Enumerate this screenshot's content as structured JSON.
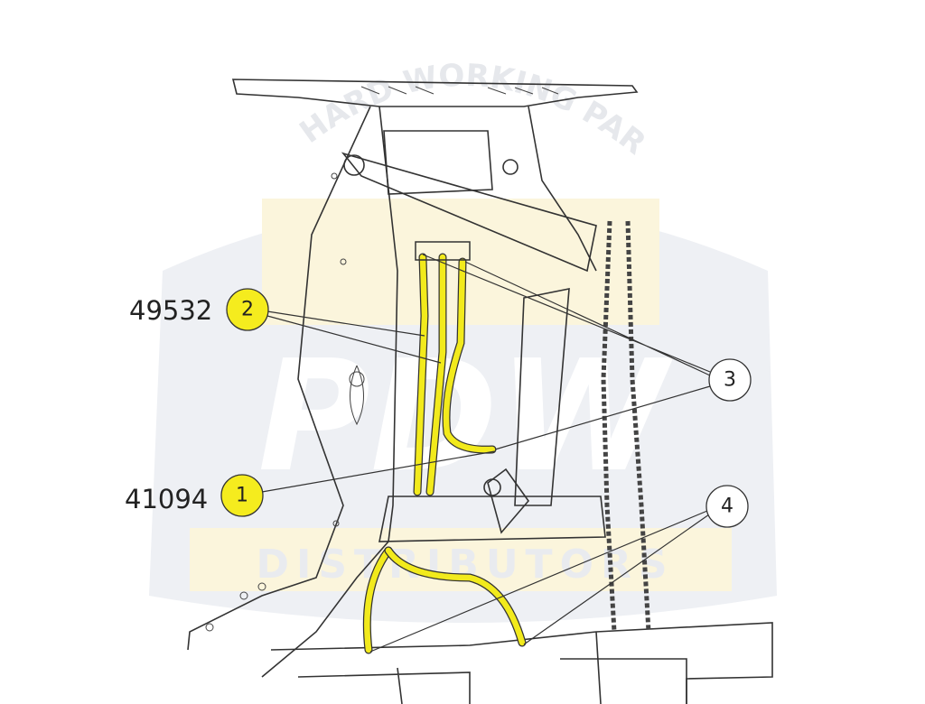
{
  "watermark": {
    "arc_text": "HARD WORKING PARTS",
    "logo_text": "PDW",
    "subtitle": "DISTRIBUTORS"
  },
  "callouts": [
    {
      "number": "2",
      "part_number": "49532",
      "color": "#f5ec1e"
    },
    {
      "number": "1",
      "part_number": "41094",
      "color": "#f5ec1e"
    },
    {
      "number": "3",
      "part_number": "",
      "color": "#ffffff"
    },
    {
      "number": "4",
      "part_number": "",
      "color": "#ffffff"
    }
  ],
  "colors": {
    "hose": "#f2ea1c",
    "line": "#333333",
    "watermark_gray": "#eef0f3",
    "watermark_yellow": "#fbf5dc"
  }
}
